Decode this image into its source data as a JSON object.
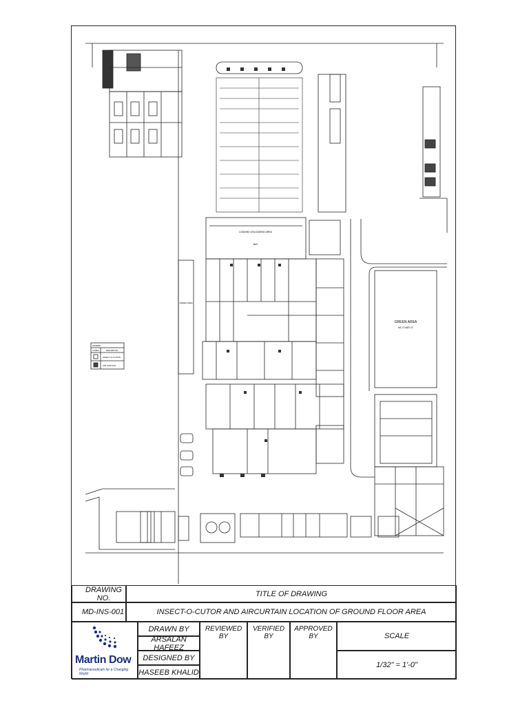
{
  "plan": {
    "green_area_label": "GREEN AREA",
    "green_area_size": "94'-0\"x83'-0\"",
    "legend_title": "LEGEND",
    "legend_col1": "SYMBOL",
    "legend_col2": "DESCRIPTION",
    "legend_item1": "INSECT-O-CUTOR",
    "legend_item2": "AIR CURTAIN",
    "long_area_label": "GREEN AREA",
    "loading_label": "LOADING UNLOADING AREA",
    "bay_label": "BAY"
  },
  "title_block": {
    "drawing_no_label": "DRAWING NO.",
    "drawing_no_value": "MD-INS-001",
    "title_label": "TITLE OF DRAWING",
    "title_value": "INSECT-O-CUTOR AND AIRCURTAIN LOCATION OF GROUND FLOOR AREA",
    "drawn_by_label": "DRAWN BY",
    "drawn_by_value": "ARSALAN HAFEEZ",
    "designed_by_label": "DESIGNED BY",
    "designed_by_value": "HASEEB KHALID",
    "reviewed_by_label": "REVIEWED BY",
    "verified_by_label": "VERIFIED BY",
    "approved_by_label": "APPROVED BY",
    "scale_label": "SCALE",
    "scale_value": "1/32\" = 1'-0\"",
    "company_name": "Martin Dow",
    "company_tagline": "Pharmaceuticals for a Changing World"
  },
  "colors": {
    "ink": "#222222",
    "logo_blue": "#1b2f7a"
  }
}
